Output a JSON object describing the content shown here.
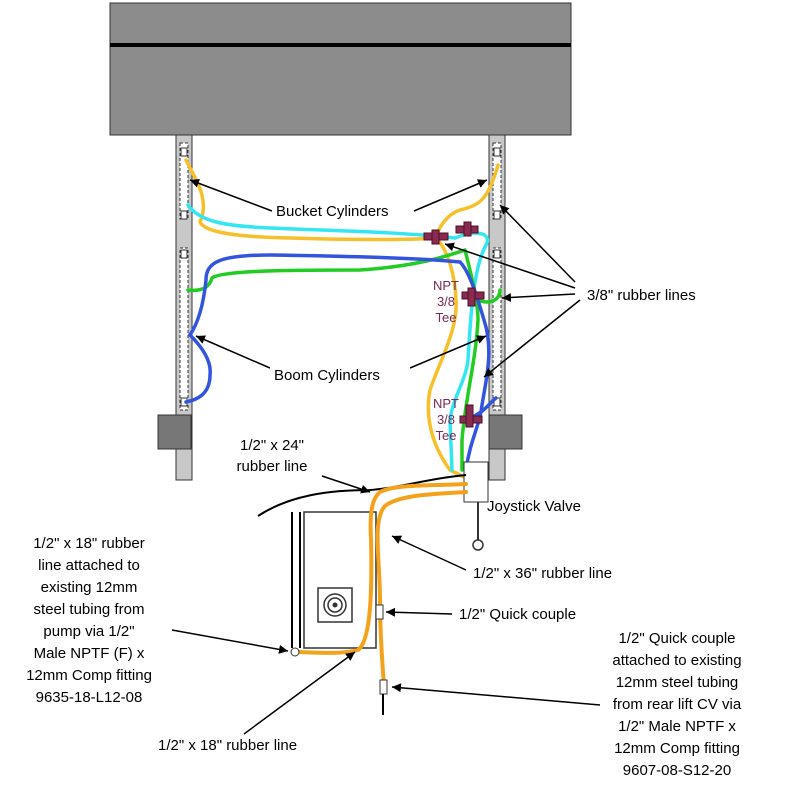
{
  "labels": {
    "bucket_cylinders": "Bucket Cylinders",
    "boom_cylinders": "Boom Cylinders",
    "rubber_lines_38": "3/8\" rubber lines",
    "npt_tee_upper": [
      "NPT",
      "3/8",
      "Tee"
    ],
    "npt_tee_lower": [
      "NPT",
      "3/8",
      "Tee"
    ],
    "line_half_24": [
      "1/2\" x 24\"",
      "rubber line"
    ],
    "joystick_valve": "Joystick Valve",
    "line_half_36": "1/2\" x 36\" rubber line",
    "quick_couple": "1/2\" Quick couple",
    "left_note": [
      "1/2\" x 18\" rubber",
      "line attached to",
      "existing 12mm",
      "steel tubing from",
      "pump via  1/2\"",
      "Male NPTF (F) x",
      "12mm Comp fitting",
      "9635-18-L12-08"
    ],
    "bottom_left_line": "1/2\" x 18\" rubber line",
    "right_note": [
      "1/2\" Quick couple",
      "attached to existing",
      "12mm steel tubing",
      "from rear lift CV via",
      "1/2\" Male NPTF x",
      "12mm Comp fitting",
      "9607-08-S12-20"
    ]
  },
  "colors": {
    "hose_yellow": "#f5c02a",
    "hose_cyan": "#33e6f2",
    "hose_green": "#22cc22",
    "hose_blue": "#3355dd",
    "hose_orange": "#f4a21b",
    "tee_fitting": "#8a2a4f",
    "loader_gray": "#8c8c8c",
    "frame_gray": "#c8c8c8"
  }
}
